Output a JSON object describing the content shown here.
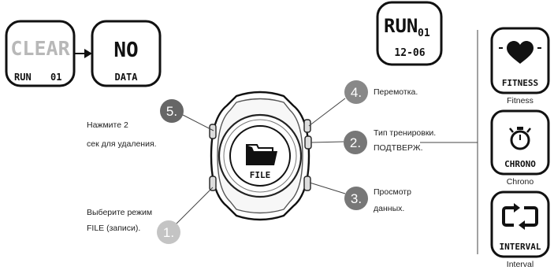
{
  "screens": {
    "clear": {
      "line1": "CLEAR",
      "line2a": "RUN",
      "line2b": "01"
    },
    "nodata": {
      "line1": "NO",
      "line2": "DATA"
    },
    "run": {
      "line1": "RUN",
      "line1b": "01",
      "line2": "12-06"
    }
  },
  "watch": {
    "label": "FILE"
  },
  "steps": [
    {
      "num": "5.",
      "text_lines": [
        "Нажмите 2",
        "сек для удаления."
      ]
    },
    {
      "num": "4.",
      "text_lines": [
        "Перемотка."
      ]
    },
    {
      "num": "2.",
      "text_lines": [
        "Тип тренировки.",
        "ПОДТВЕРЖ."
      ]
    },
    {
      "num": "3.",
      "text_lines": [
        "Просмотр",
        "данных."
      ]
    },
    {
      "num": "1.",
      "text_lines": [
        "Выберите режим",
        "FILE (записи)."
      ]
    }
  ],
  "modes": [
    {
      "icon": "heart-icon",
      "label": "FITNESS",
      "caption": "Fitness"
    },
    {
      "icon": "stopwatch-icon",
      "label": "CHRONO",
      "caption": "Chrono"
    },
    {
      "icon": "loop-icon",
      "label": "INTERVAL",
      "caption": "Interval"
    }
  ]
}
